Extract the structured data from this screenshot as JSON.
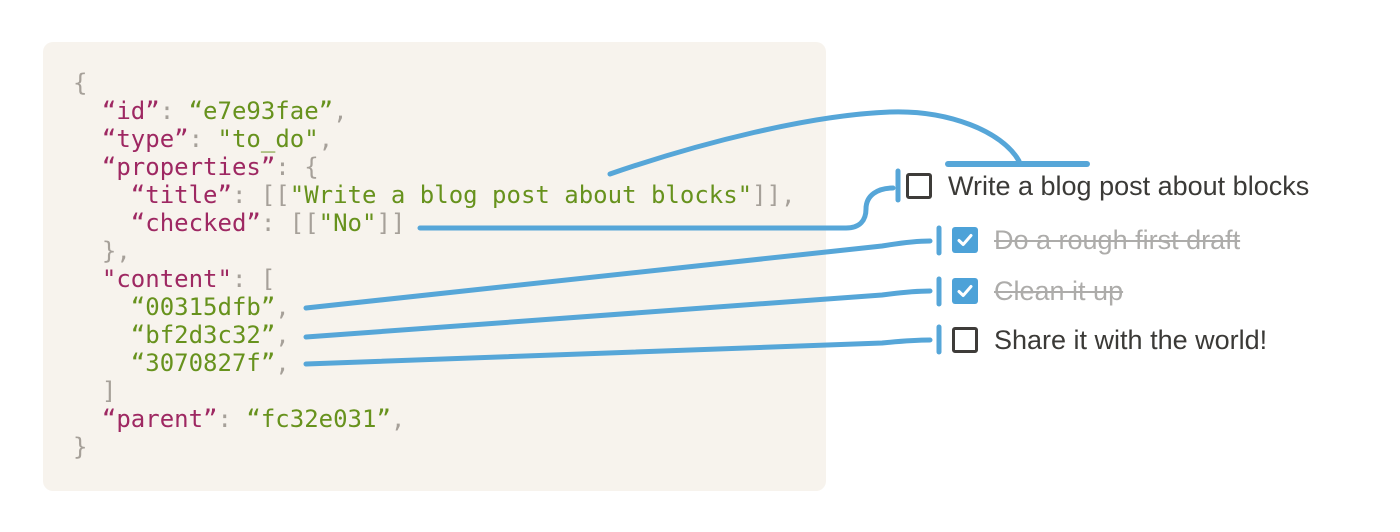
{
  "code_block": {
    "lines": [
      [
        {
          "t": "{",
          "c": "p"
        }
      ],
      [
        {
          "t": "  ",
          "c": "p"
        },
        {
          "t": "“id”",
          "c": "k"
        },
        {
          "t": ": ",
          "c": "p"
        },
        {
          "t": "“e7e93fae”",
          "c": "s"
        },
        {
          "t": ",",
          "c": "p"
        }
      ],
      [
        {
          "t": "  ",
          "c": "p"
        },
        {
          "t": "“type”",
          "c": "k"
        },
        {
          "t": ": ",
          "c": "p"
        },
        {
          "t": "\"to_do\"",
          "c": "s"
        },
        {
          "t": ",",
          "c": "p"
        }
      ],
      [
        {
          "t": "  ",
          "c": "p"
        },
        {
          "t": "“properties”",
          "c": "k"
        },
        {
          "t": ": {",
          "c": "p"
        }
      ],
      [
        {
          "t": "    ",
          "c": "p"
        },
        {
          "t": "“title”",
          "c": "k"
        },
        {
          "t": ": [[",
          "c": "p"
        },
        {
          "t": "\"Write a blog post about blocks\"",
          "c": "s"
        },
        {
          "t": "]],",
          "c": "p"
        }
      ],
      [
        {
          "t": "    ",
          "c": "p"
        },
        {
          "t": "“checked”",
          "c": "k"
        },
        {
          "t": ": [[",
          "c": "p"
        },
        {
          "t": "\"No\"",
          "c": "s"
        },
        {
          "t": "]]",
          "c": "p"
        }
      ],
      [
        {
          "t": "  },",
          "c": "p"
        }
      ],
      [
        {
          "t": "  ",
          "c": "p"
        },
        {
          "t": "\"content\"",
          "c": "k"
        },
        {
          "t": ": [",
          "c": "p"
        }
      ],
      [
        {
          "t": "    ",
          "c": "p"
        },
        {
          "t": "“00315dfb”",
          "c": "s"
        },
        {
          "t": ",",
          "c": "p"
        }
      ],
      [
        {
          "t": "    ",
          "c": "p"
        },
        {
          "t": "“bf2d3c32”",
          "c": "s"
        },
        {
          "t": ",",
          "c": "p"
        }
      ],
      [
        {
          "t": "    ",
          "c": "p"
        },
        {
          "t": "“3070827f”",
          "c": "s"
        },
        {
          "t": ",",
          "c": "p"
        }
      ],
      [
        {
          "t": "  ]",
          "c": "p"
        }
      ],
      [
        {
          "t": "  ",
          "c": "p"
        },
        {
          "t": "“parent”",
          "c": "k"
        },
        {
          "t": ": ",
          "c": "p"
        },
        {
          "t": "“fc32e031”",
          "c": "s"
        },
        {
          "t": ",",
          "c": "p"
        }
      ],
      [
        {
          "t": "}",
          "c": "p"
        }
      ]
    ]
  },
  "todo_list": {
    "items": [
      {
        "label": "Write a blog post about blocks",
        "checked": false
      },
      {
        "label": "Do a rough first draft",
        "checked": true
      },
      {
        "label": "Clean it up",
        "checked": true
      },
      {
        "label": "Share it with the world!",
        "checked": false
      }
    ]
  },
  "arrows": [
    {
      "from": "title-property",
      "to": "todo-item-1-label"
    },
    {
      "from": "checked-property",
      "to": "todo-item-1-checkbox"
    },
    {
      "from": "content-id-00315dfb",
      "to": "todo-item-2"
    },
    {
      "from": "content-id-bf2d3c32",
      "to": "todo-item-3"
    },
    {
      "from": "content-id-3070827f",
      "to": "todo-item-4"
    }
  ],
  "colors": {
    "arrow_blue": "#56a6d8",
    "checkbox_checked_fill": "#4da2d8",
    "checkbox_border": "#3e3c39",
    "code_bg": "#f7f3ed",
    "code_key": "#9e2862",
    "code_string": "#67921d",
    "code_punct": "#a6a099",
    "text_dark": "#3b3a37",
    "text_done": "#adacaa"
  }
}
